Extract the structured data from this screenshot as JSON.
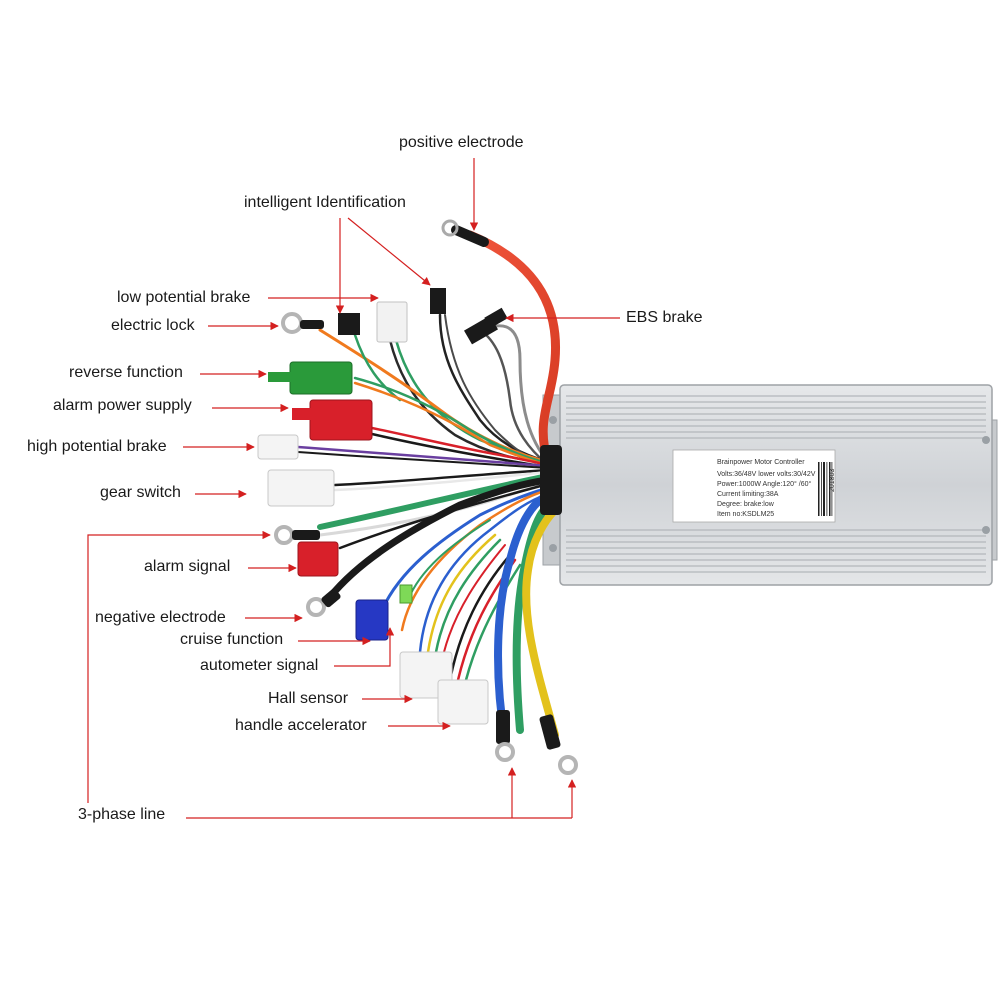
{
  "labels": {
    "positive_electrode": "positive electrode",
    "intelligent_identification": "intelligent Identification",
    "low_potential_brake": "low potential brake",
    "electric_lock": "electric lock",
    "ebs_brake": "EBS brake",
    "reverse_function": "reverse function",
    "alarm_power_supply": "alarm power supply",
    "high_potential_brake": "high potential brake",
    "gear_switch": "gear switch",
    "alarm_signal": "alarm signal",
    "negative_electrode": "negative electrode",
    "cruise_function": "cruise function",
    "autometer_signal": "autometer signal",
    "hall_sensor": "Hall sensor",
    "handle_accelerator": "handle accelerator",
    "three_phase_line": "3-phase line"
  },
  "controller_label": {
    "title": "Brainpower Motor Controller",
    "line1": "Volts:36/48V lower volts:30/42V",
    "line2": "Power:1000W Angle:120° /60°",
    "line3": "Current limiting:38A",
    "line4": "Degree: brake:low",
    "line5": "Item no:KSDLM25",
    "code": "201803"
  },
  "colors": {
    "arrow": "#d42020",
    "housing": "#d4d6d9",
    "wire_red": "#e8412a",
    "wire_orange": "#f07a1e",
    "wire_green": "#2f9e62",
    "wire_blue": "#2b5fcf",
    "wire_yellow": "#e3c21c",
    "wire_black": "#1a1a1a",
    "connector_white": "#f2f2f2",
    "connector_green": "#2a9a3a",
    "connector_red": "#d8202a",
    "connector_blue": "#2638c4"
  }
}
